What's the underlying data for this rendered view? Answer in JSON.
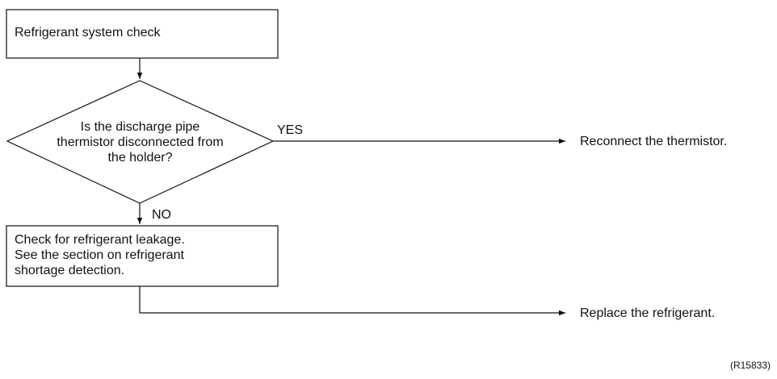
{
  "flowchart": {
    "start_box": "Refrigerant system check",
    "decision": "Is the discharge pipe\nthermistor disconnected from\nthe holder?",
    "yes_label": "YES",
    "no_label": "NO",
    "yes_result": "Reconnect the thermistor.",
    "no_box": "Check for refrigerant leakage.\nSee the section on refrigerant\nshortage detection.",
    "final_result": "Replace the refrigerant."
  },
  "figure_code": "(R15833)"
}
